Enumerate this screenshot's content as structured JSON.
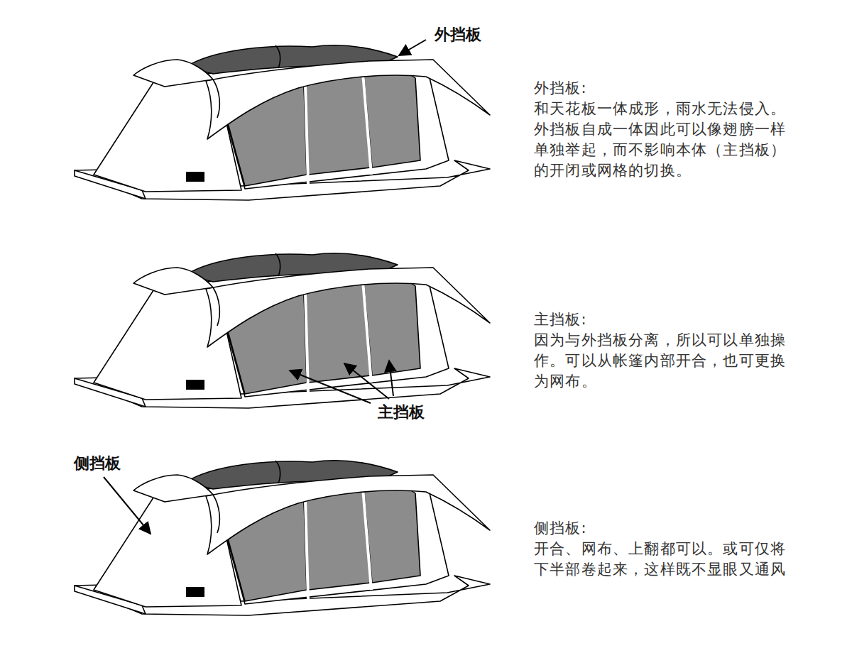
{
  "diagram": {
    "labels": [
      "外挡板",
      "外挡板:",
      "和天花板一体成形，雨水无法侵入。",
      "外挡板自成一体因此可以像翅膀一样单独举起，而不影响本体（主挡板）的开闭或网格的切换。",
      "主挡板",
      "主挡板:",
      "因为与外挡板分离，所以可以单独操作。可以从帐篷内部开合，也可更换为网布。",
      "侧挡板",
      "侧挡板:",
      "开合、网布、上翻都可以。或可仅将下半部卷起来，这样既不显眼又通风"
    ]
  }
}
